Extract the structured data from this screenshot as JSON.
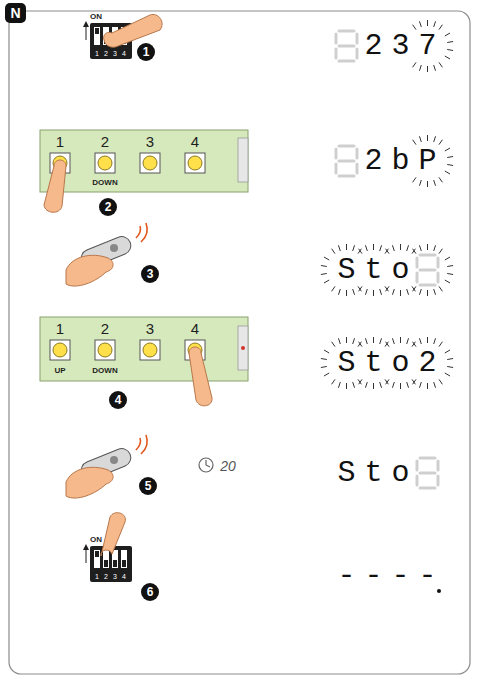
{
  "diagram": {
    "nodes": [
      {
        "text": [
          "N"
        ]
      },
      {
        "text": [
          "237"
        ]
      },
      {
        "text": [
          "2bP"
        ]
      },
      {
        "text": [
          "Sto"
        ]
      },
      {
        "text": [
          "Sto2"
        ]
      },
      {
        "text": [
          "Sto"
        ]
      },
      {
        "text": [
          "----"
        ]
      }
    ],
    "labels": [
      "ON",
      "1",
      "2",
      "3",
      "4",
      "1",
      "1",
      "2",
      "3",
      "4",
      "DOWN",
      "2",
      "3",
      "1",
      "2",
      "3",
      "4",
      "UP",
      "DOWN",
      "4",
      "5",
      "20",
      "ON",
      "1",
      "2",
      "3",
      "4",
      "6"
    ]
  }
}
